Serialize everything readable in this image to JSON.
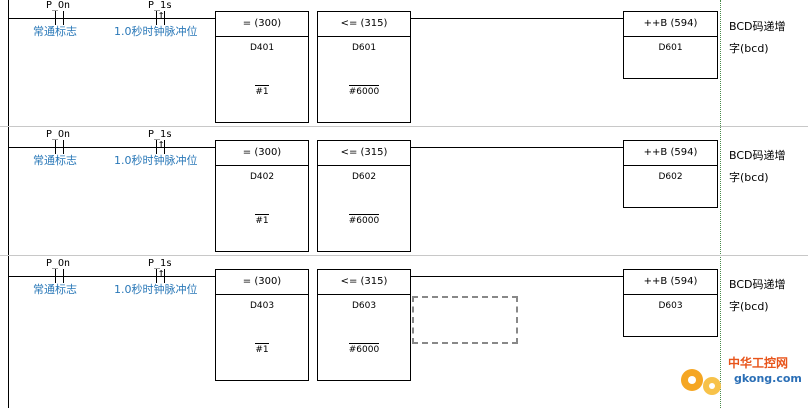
{
  "rungs": [
    {
      "contact1": {
        "device": "P_On",
        "comment": "常通标志"
      },
      "contact2": {
        "device": "P_1s",
        "comment": "1.0秒时钟脉冲位"
      },
      "block1": {
        "title": "= (300)",
        "operand": "D401",
        "constant": "#1"
      },
      "block2": {
        "title": "<= (315)",
        "operand": "D601",
        "constant": "#6000"
      },
      "output": {
        "title": "++B (594)",
        "operand": "D601"
      },
      "comment_line1": "BCD码递增",
      "comment_line2": "字(bcd)"
    },
    {
      "contact1": {
        "device": "P_On",
        "comment": "常通标志"
      },
      "contact2": {
        "device": "P_1s",
        "comment": "1.0秒时钟脉冲位"
      },
      "block1": {
        "title": "= (300)",
        "operand": "D402",
        "constant": "#1"
      },
      "block2": {
        "title": "<= (315)",
        "operand": "D602",
        "constant": "#6000"
      },
      "output": {
        "title": "++B (594)",
        "operand": "D602"
      },
      "comment_line1": "BCD码递增",
      "comment_line2": "字(bcd)"
    },
    {
      "contact1": {
        "device": "P_On",
        "comment": "常通标志"
      },
      "contact2": {
        "device": "P_1s",
        "comment": "1.0秒时钟脉冲位"
      },
      "block1": {
        "title": "= (300)",
        "operand": "D403",
        "constant": "#1"
      },
      "block2": {
        "title": "<= (315)",
        "operand": "D603",
        "constant": "#6000"
      },
      "output": {
        "title": "++B (594)",
        "operand": "D603"
      },
      "comment_line1": "BCD码递增",
      "comment_line2": "字(bcd)"
    }
  ],
  "watermark": {
    "line1": "中华工控网",
    "line2": "gkong.com"
  },
  "colors": {
    "comment": "#2a78b8",
    "watermark_orange": "#e8541a",
    "watermark_blue": "#2b6fb6"
  }
}
